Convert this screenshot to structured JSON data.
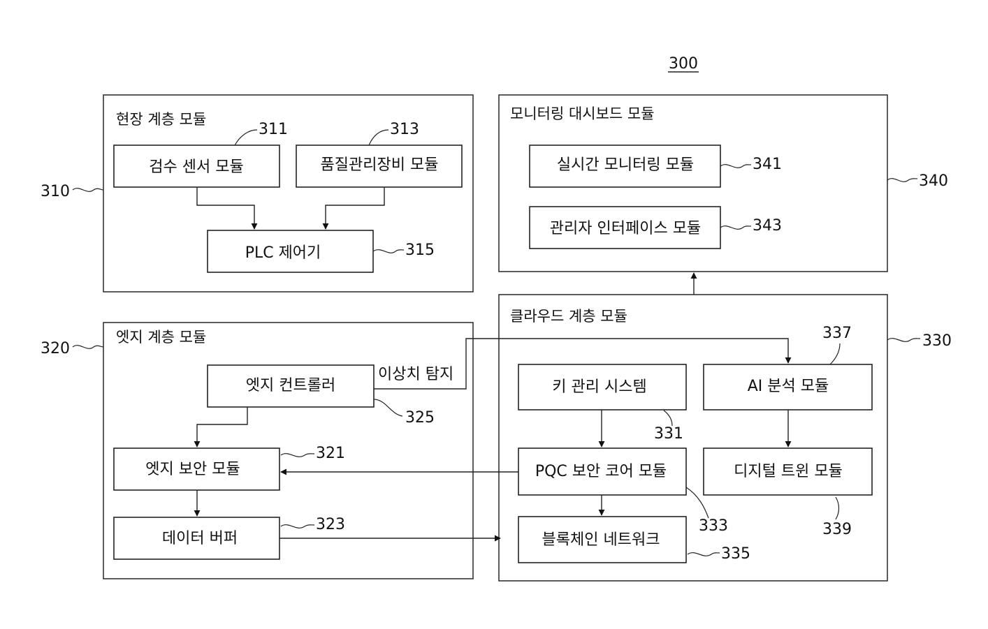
{
  "figure_number": "300",
  "modules": {
    "field": {
      "ref": "310",
      "title": "현장 계층 모듈"
    },
    "edge": {
      "ref": "320",
      "title": "엣지 계층 모듈"
    },
    "cloud": {
      "ref": "330",
      "title": "클라우드 계층 모듈"
    },
    "dashboard": {
      "ref": "340",
      "title": "모니터링 대시보드 모듈"
    }
  },
  "blocks": {
    "inspection_sensor": {
      "ref": "311",
      "label": "검수 센서 모듈"
    },
    "quality_equipment": {
      "ref": "313",
      "label": "품질관리장비 모듈"
    },
    "plc": {
      "ref": "315",
      "label": "PLC 제어기"
    },
    "edge_security": {
      "ref": "321",
      "label": "엣지 보안 모듈"
    },
    "data_buffer": {
      "ref": "323",
      "label": "데이터 버퍼"
    },
    "edge_controller": {
      "ref": "325",
      "label": "엣지 컨트롤러"
    },
    "key_management": {
      "ref": "331",
      "label": "키 관리 시스템"
    },
    "pqc_core": {
      "ref": "333",
      "label": "PQC 보안 코어 모듈"
    },
    "blockchain": {
      "ref": "335",
      "label": "블록체인 네트워크"
    },
    "ai_analysis": {
      "ref": "337",
      "label": "AI 분석 모듈"
    },
    "digital_twin": {
      "ref": "339",
      "label": "디지털 트윈 모듈"
    },
    "realtime_monitoring": {
      "ref": "341",
      "label": "실시간 모니터링 모듈"
    },
    "admin_interface": {
      "ref": "343",
      "label": "관리자 인터페이스 모듈"
    }
  },
  "connection_labels": {
    "anomaly_detection": "이상치 탐지"
  }
}
